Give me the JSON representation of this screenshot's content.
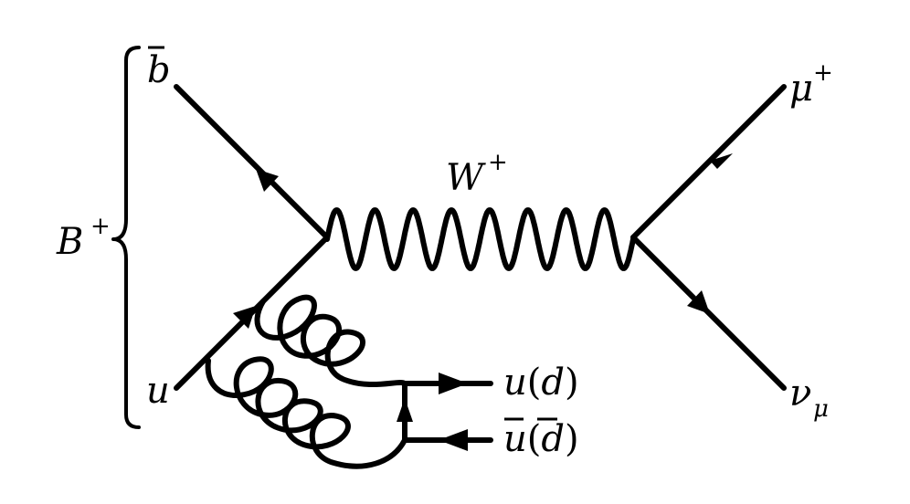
{
  "labels": {
    "bbar": "b",
    "u_in": "u",
    "meson": "B",
    "meson_charge": "+",
    "boson": "W",
    "boson_charge": "+",
    "muon": "μ",
    "muon_charge": "+",
    "neutrino": "ν",
    "neutrino_flavor": "μ",
    "out_quark": "u",
    "out_quark_alt": "d",
    "out_antiquark": "u",
    "out_antiquark_alt": "d",
    "paren_open": "(",
    "paren_close": ")"
  }
}
